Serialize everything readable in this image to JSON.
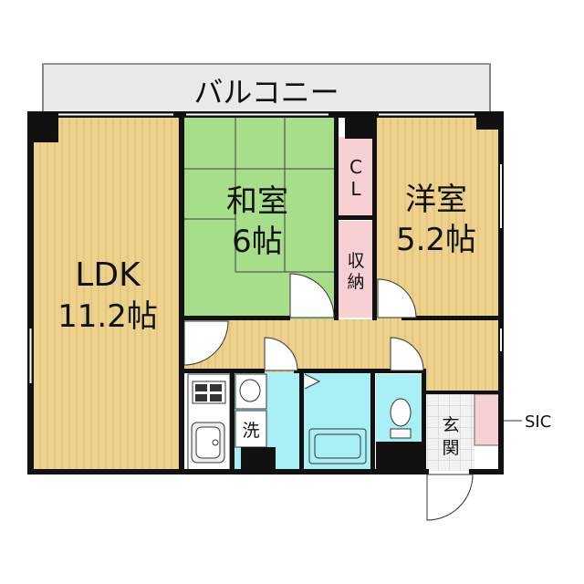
{
  "balcony": {
    "label": "バルコニー"
  },
  "rooms": {
    "ldk": {
      "name": "LDK",
      "size": "11.2帖"
    },
    "washitsu": {
      "name": "和室",
      "size": "6帖"
    },
    "yoshitsu": {
      "name": "洋室",
      "size": "5.2帖"
    }
  },
  "closet": {
    "c": "C",
    "l": "L"
  },
  "storage": {
    "line1": "収",
    "line2": "納"
  },
  "laundry": {
    "label": "洗"
  },
  "entrance": {
    "line1": "玄",
    "line2": "関"
  },
  "sic": {
    "label": "SIC"
  },
  "colors": {
    "wood_floor": "#edd28e",
    "tatami": "#a6de8a",
    "wet_area": "#a8f0f5",
    "closet_pink": "#f7d0d4",
    "wall": "#111111",
    "balcony": "#e9e9e9"
  }
}
